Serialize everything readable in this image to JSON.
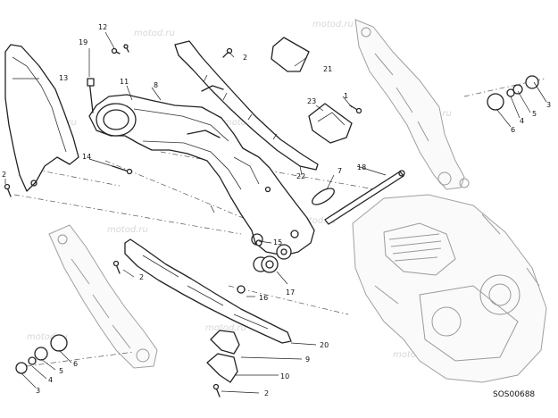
{
  "diagram": {
    "drawing_code": "SOS00688",
    "watermark": "motod.ru",
    "callouts": [
      {
        "id": "c1",
        "label": "1"
      },
      {
        "id": "c2a",
        "label": "2"
      },
      {
        "id": "c2b",
        "label": "2"
      },
      {
        "id": "c2c",
        "label": "2"
      },
      {
        "id": "c2d",
        "label": "2"
      },
      {
        "id": "c3a",
        "label": "3"
      },
      {
        "id": "c3b",
        "label": "3"
      },
      {
        "id": "c4a",
        "label": "4"
      },
      {
        "id": "c4b",
        "label": "4"
      },
      {
        "id": "c5a",
        "label": "5"
      },
      {
        "id": "c5b",
        "label": "5"
      },
      {
        "id": "c6a",
        "label": "6"
      },
      {
        "id": "c6b",
        "label": "6"
      },
      {
        "id": "c7",
        "label": "7"
      },
      {
        "id": "c8",
        "label": "8"
      },
      {
        "id": "c9",
        "label": "9"
      },
      {
        "id": "c10",
        "label": "10"
      },
      {
        "id": "c11",
        "label": "11"
      },
      {
        "id": "c12",
        "label": "12"
      },
      {
        "id": "c13",
        "label": "13"
      },
      {
        "id": "c14",
        "label": "14"
      },
      {
        "id": "c15",
        "label": "15"
      },
      {
        "id": "c16",
        "label": "16"
      },
      {
        "id": "c17",
        "label": "17"
      },
      {
        "id": "c18",
        "label": "18"
      },
      {
        "id": "c19",
        "label": "19"
      },
      {
        "id": "c20",
        "label": "20"
      },
      {
        "id": "c21",
        "label": "21"
      },
      {
        "id": "c22",
        "label": "22"
      },
      {
        "id": "c23",
        "label": "23"
      }
    ]
  }
}
